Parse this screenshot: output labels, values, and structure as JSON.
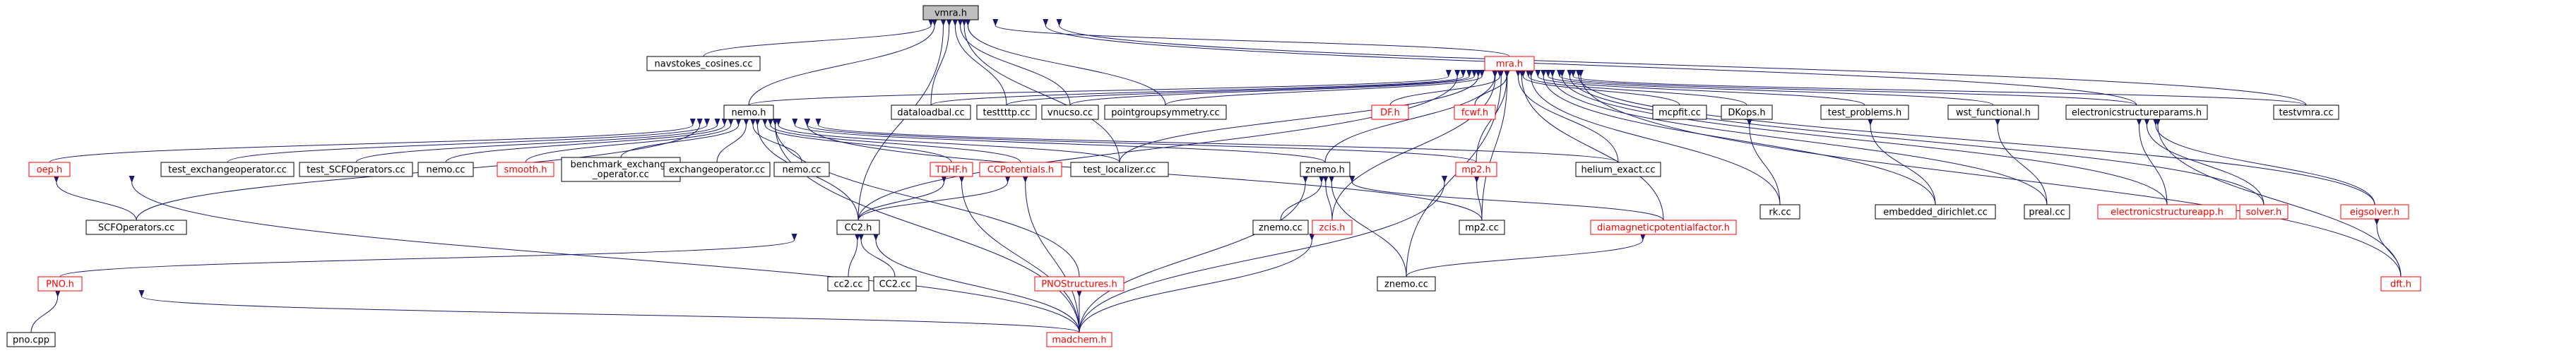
{
  "diagram": {
    "title": "",
    "colors": {
      "edge": "#191970",
      "normal_text": "#000000",
      "normal_border": "#000000",
      "missing_border": "#ff0000",
      "missing_text": "#ff0000",
      "root_fill": "#bfbfbf",
      "node_fill": "#ffffff"
    },
    "nodes": [
      {
        "id": "vmra",
        "label": "vmra.h",
        "style": "root"
      },
      {
        "id": "navstokes",
        "label": "navstokes_cosines.cc",
        "style": "normal"
      },
      {
        "id": "mra",
        "label": "mra.h",
        "style": "missing"
      },
      {
        "id": "nemo",
        "label": "nemo.h",
        "style": "normal"
      },
      {
        "id": "dataloadbal",
        "label": "dataloadbal.cc",
        "style": "normal"
      },
      {
        "id": "testtttp",
        "label": "testtttp.cc",
        "style": "normal"
      },
      {
        "id": "vnucso",
        "label": "vnucso.cc",
        "style": "normal"
      },
      {
        "id": "pointgroup",
        "label": "pointgroupsymmetry.cc",
        "style": "normal"
      },
      {
        "id": "dfh",
        "label": "DF.h",
        "style": "missing"
      },
      {
        "id": "fcwf",
        "label": "fcwf.h",
        "style": "missing"
      },
      {
        "id": "mcpfit",
        "label": "mcpfit.cc",
        "style": "normal"
      },
      {
        "id": "dkops",
        "label": "DKops.h",
        "style": "normal"
      },
      {
        "id": "testproblems",
        "label": "test_problems.h",
        "style": "normal"
      },
      {
        "id": "wstfunc",
        "label": "wst_functional.h",
        "style": "normal"
      },
      {
        "id": "ecparams",
        "label": "electronicstructureparams.h",
        "style": "normal"
      },
      {
        "id": "testvmra",
        "label": "testvmra.cc",
        "style": "normal"
      },
      {
        "id": "oep",
        "label": "oep.h",
        "style": "missing"
      },
      {
        "id": "testexop",
        "label": "test_exchangeoperator.cc",
        "style": "normal"
      },
      {
        "id": "testscfop",
        "label": "test_SCFOperators.cc",
        "style": "normal"
      },
      {
        "id": "nemocc1",
        "label": "nemo.cc",
        "style": "normal"
      },
      {
        "id": "smooth",
        "label": "smooth.h",
        "style": "missing"
      },
      {
        "id": "benchex",
        "label": "benchmark_exchange\n_operator.cc",
        "style": "normal"
      },
      {
        "id": "exop",
        "label": "exchangeoperator.cc",
        "style": "normal"
      },
      {
        "id": "nemocc2",
        "label": "nemo.cc",
        "style": "normal"
      },
      {
        "id": "tdhf",
        "label": "TDHF.h",
        "style": "missing"
      },
      {
        "id": "ccpot",
        "label": "CCPotentials.h",
        "style": "missing"
      },
      {
        "id": "testloc",
        "label": "test_localizer.cc",
        "style": "normal"
      },
      {
        "id": "znemo",
        "label": "znemo.h",
        "style": "normal"
      },
      {
        "id": "mp2h",
        "label": "mp2.h",
        "style": "missing"
      },
      {
        "id": "heliumexact",
        "label": "helium_exact.cc",
        "style": "normal"
      },
      {
        "id": "rkcc",
        "label": "rk.cc",
        "style": "normal"
      },
      {
        "id": "embdir",
        "label": "embedded_dirichlet.cc",
        "style": "normal"
      },
      {
        "id": "preal",
        "label": "preal.cc",
        "style": "normal"
      },
      {
        "id": "ecapp",
        "label": "electronicstructureapp.h",
        "style": "missing"
      },
      {
        "id": "solver",
        "label": "solver.h",
        "style": "missing"
      },
      {
        "id": "eigsolver",
        "label": "eigsolver.h",
        "style": "missing"
      },
      {
        "id": "scfop",
        "label": "SCFOperators.cc",
        "style": "normal"
      },
      {
        "id": "cc2h",
        "label": "CC2.h",
        "style": "normal"
      },
      {
        "id": "pnostruct",
        "label": "PNOStructures.h",
        "style": "missing"
      },
      {
        "id": "znemocc1",
        "label": "znemo.cc",
        "style": "normal"
      },
      {
        "id": "zcis",
        "label": "zcis.h",
        "style": "missing"
      },
      {
        "id": "mp2cc",
        "label": "mp2.cc",
        "style": "normal"
      },
      {
        "id": "diamag",
        "label": "diamagneticpotentialfactor.h",
        "style": "missing"
      },
      {
        "id": "dfth",
        "label": "dft.h",
        "style": "missing"
      },
      {
        "id": "pnoh",
        "label": "PNO.h",
        "style": "missing"
      },
      {
        "id": "cc2cc1",
        "label": "cc2.cc",
        "style": "normal"
      },
      {
        "id": "cc2cc2",
        "label": "CC2.cc",
        "style": "normal"
      },
      {
        "id": "znemocc2",
        "label": "znemo.cc",
        "style": "normal"
      },
      {
        "id": "pnocpp",
        "label": "pno.cpp",
        "style": "normal"
      },
      {
        "id": "madchem",
        "label": "madchem.h",
        "style": "missing"
      }
    ],
    "edges": [
      [
        "vmra",
        "navstokes"
      ],
      [
        "vmra",
        "mra"
      ],
      [
        "vmra",
        "nemo"
      ],
      [
        "vmra",
        "dataloadbal"
      ],
      [
        "vmra",
        "testtttp"
      ],
      [
        "vmra",
        "vnucso"
      ],
      [
        "vmra",
        "pointgroup"
      ],
      [
        "vmra",
        "testvmra"
      ],
      [
        "vmra",
        "testloc"
      ],
      [
        "vmra",
        "cc2h"
      ],
      [
        "vmra",
        "ecparams"
      ],
      [
        "mra",
        "nemo"
      ],
      [
        "mra",
        "dataloadbal"
      ],
      [
        "mra",
        "testtttp"
      ],
      [
        "mra",
        "vnucso"
      ],
      [
        "mra",
        "pointgroup"
      ],
      [
        "mra",
        "dfh"
      ],
      [
        "mra",
        "fcwf"
      ],
      [
        "mra",
        "mcpfit"
      ],
      [
        "mra",
        "dkops"
      ],
      [
        "mra",
        "testproblems"
      ],
      [
        "mra",
        "wstfunc"
      ],
      [
        "mra",
        "ecparams"
      ],
      [
        "mra",
        "testvmra"
      ],
      [
        "mra",
        "znemo"
      ],
      [
        "mra",
        "mp2h"
      ],
      [
        "mra",
        "heliumexact"
      ],
      [
        "mra",
        "rkcc"
      ],
      [
        "mra",
        "embdir"
      ],
      [
        "mra",
        "preal"
      ],
      [
        "mra",
        "ecapp"
      ],
      [
        "mra",
        "solver"
      ],
      [
        "mra",
        "eigsolver"
      ],
      [
        "mra",
        "dfth"
      ],
      [
        "mra",
        "testloc"
      ],
      [
        "mra",
        "zcis"
      ],
      [
        "mra",
        "diamag"
      ],
      [
        "mra",
        "znemocc2"
      ],
      [
        "mra",
        "mp2cc"
      ],
      [
        "mra",
        "cc2h"
      ],
      [
        "nemo",
        "oep"
      ],
      [
        "nemo",
        "testexop"
      ],
      [
        "nemo",
        "testscfop"
      ],
      [
        "nemo",
        "nemocc1"
      ],
      [
        "nemo",
        "smooth"
      ],
      [
        "nemo",
        "benchex"
      ],
      [
        "nemo",
        "exop"
      ],
      [
        "nemo",
        "nemocc2"
      ],
      [
        "nemo",
        "tdhf"
      ],
      [
        "nemo",
        "ccpot"
      ],
      [
        "nemo",
        "testloc"
      ],
      [
        "nemo",
        "znemo"
      ],
      [
        "nemo",
        "mp2h"
      ],
      [
        "nemo",
        "heliumexact"
      ],
      [
        "nemo",
        "scfop"
      ],
      [
        "nemo",
        "cc2h"
      ],
      [
        "nemo",
        "pnostruct"
      ],
      [
        "nemo",
        "madchem"
      ],
      [
        "nemo",
        "mp2cc"
      ],
      [
        "oep",
        "scfop"
      ],
      [
        "oep",
        "madchem"
      ],
      [
        "tdhf",
        "cc2h"
      ],
      [
        "tdhf",
        "madchem"
      ],
      [
        "ccpot",
        "cc2h"
      ],
      [
        "ccpot",
        "madchem"
      ],
      [
        "znemo",
        "znemocc1"
      ],
      [
        "znemo",
        "zcis"
      ],
      [
        "znemo",
        "diamag"
      ],
      [
        "znemo",
        "znemocc2"
      ],
      [
        "znemo",
        "madchem"
      ],
      [
        "mp2h",
        "mp2cc"
      ],
      [
        "mp2h",
        "madchem"
      ],
      [
        "dkops",
        "rkcc"
      ],
      [
        "testproblems",
        "embdir"
      ],
      [
        "wstfunc",
        "preal"
      ],
      [
        "ecparams",
        "ecapp"
      ],
      [
        "ecparams",
        "solver"
      ],
      [
        "ecparams",
        "eigsolver"
      ],
      [
        "ecparams",
        "dfth"
      ],
      [
        "eigsolver",
        "dfth"
      ],
      [
        "cc2h",
        "pnoh"
      ],
      [
        "cc2h",
        "cc2cc1"
      ],
      [
        "cc2h",
        "cc2cc2"
      ],
      [
        "cc2h",
        "madchem"
      ],
      [
        "pnostruct",
        "madchem"
      ],
      [
        "zcis",
        "madchem"
      ],
      [
        "diamag",
        "znemocc2"
      ],
      [
        "pnoh",
        "pnocpp"
      ],
      [
        "pnoh",
        "madchem"
      ]
    ]
  }
}
